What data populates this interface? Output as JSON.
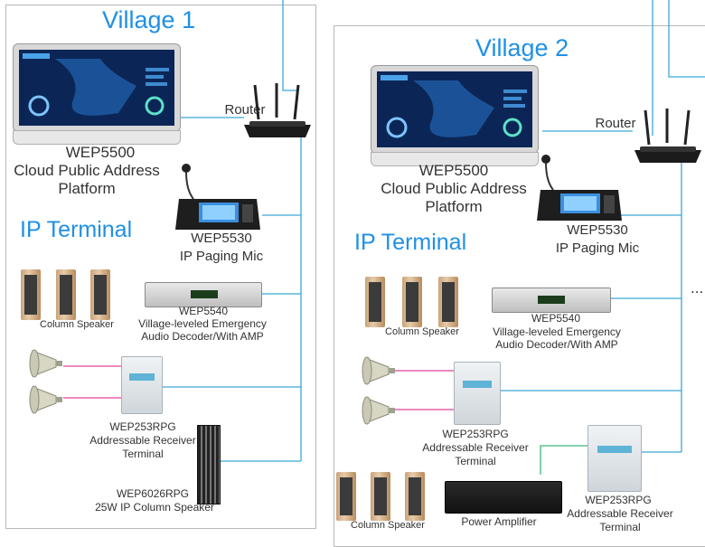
{
  "village1": {
    "title": "Village 1",
    "router": "Router",
    "platform_model": "WEP5500",
    "platform_name_1": "Cloud Public Address",
    "platform_name_2": "Platform",
    "ip_terminal": "IP Terminal",
    "mic_model": "WEP5530",
    "mic_name": "IP Paging Mic",
    "column_speaker": "Column Speaker",
    "decoder_model": "WEP5540",
    "decoder_name_1": "Village-leveled Emergency",
    "decoder_name_2": "Audio Decoder/With AMP",
    "receiver_model": "WEP253RPG",
    "receiver_name_1": "Addressable Receiver",
    "receiver_name_2": "Terminal",
    "ipspk_model": "WEP6026RPG",
    "ipspk_name": "25W IP Column Speaker"
  },
  "village2": {
    "title": "Village 2",
    "router": "Router",
    "platform_model": "WEP5500",
    "platform_name_1": "Cloud Public Address",
    "platform_name_2": "Platform",
    "ip_terminal": "IP Terminal",
    "mic_model": "WEP5530",
    "mic_name": "IP Paging Mic",
    "column_speaker": "Column Speaker",
    "decoder_model": "WEP5540",
    "decoder_name_1": "Village-leveled Emergency",
    "decoder_name_2": "Audio Decoder/With AMP",
    "receiver_model": "WEP253RPG",
    "receiver_name_1": "Addressable Receiver",
    "receiver_name_2": "Terminal",
    "receiver2_model": "WEP253RPG",
    "receiver2_name_1": "Addressable Receiver",
    "receiver2_name_2": "Terminal",
    "column_speaker_2": "Column Speaker",
    "amp_name": "Power Amplifier"
  },
  "ellipsis": "...",
  "colors": {
    "title_blue": "#1e90e6",
    "network_line": "#3aa7d8",
    "speaker_line": "#e0409a",
    "panel_border": "#b8b8b8"
  }
}
